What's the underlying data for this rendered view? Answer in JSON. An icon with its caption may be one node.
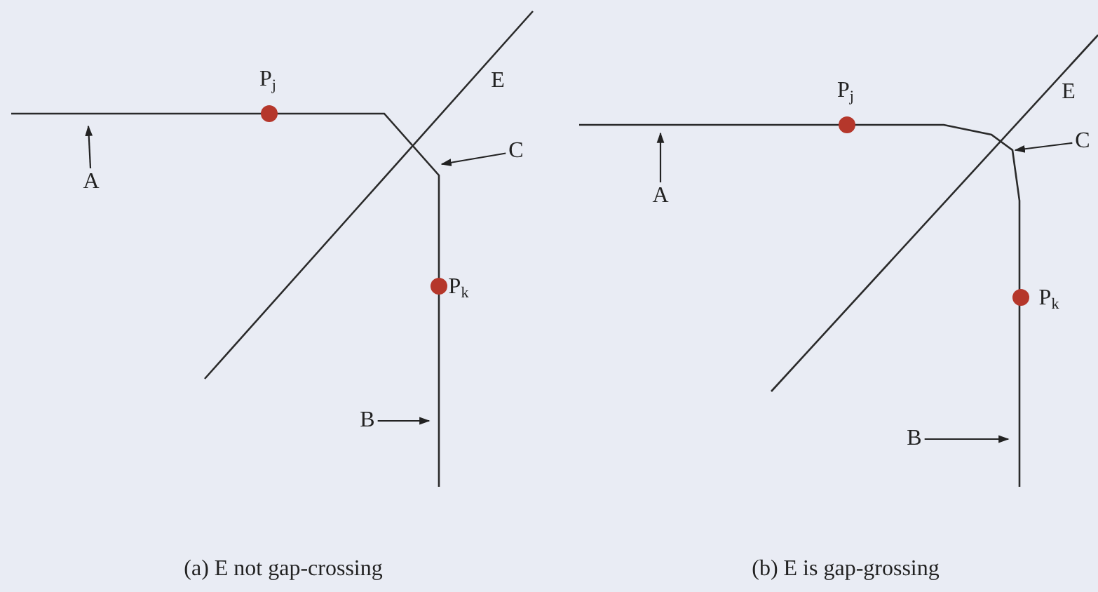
{
  "diagram": {
    "nodes": [
      {
        "text": [
          "A"
        ]
      },
      {
        "text": [
          "C"
        ]
      },
      {
        "text": [
          "B"
        ]
      },
      {
        "text": [
          "A"
        ]
      },
      {
        "text": [
          "C"
        ]
      },
      {
        "text": [
          "B"
        ]
      }
    ],
    "edges": [
      {
        "from": 0,
        "to": null,
        "arrow": "to"
      },
      {
        "from": 1,
        "to": null,
        "arrow": "to"
      },
      {
        "from": 2,
        "to": null,
        "arrow": "to"
      },
      {
        "from": 3,
        "to": null,
        "arrow": "to"
      },
      {
        "from": 4,
        "to": null,
        "arrow": "to"
      },
      {
        "from": 5,
        "to": null,
        "arrow": "to"
      }
    ],
    "labels": [
      "P$_{j}$",
      "E",
      "P$_{k}$",
      "P$_{j}$",
      "E",
      "P$_{k}$",
      "(a) E not gap-crossing",
      "(b) E is gap-grossing"
    ]
  }
}
